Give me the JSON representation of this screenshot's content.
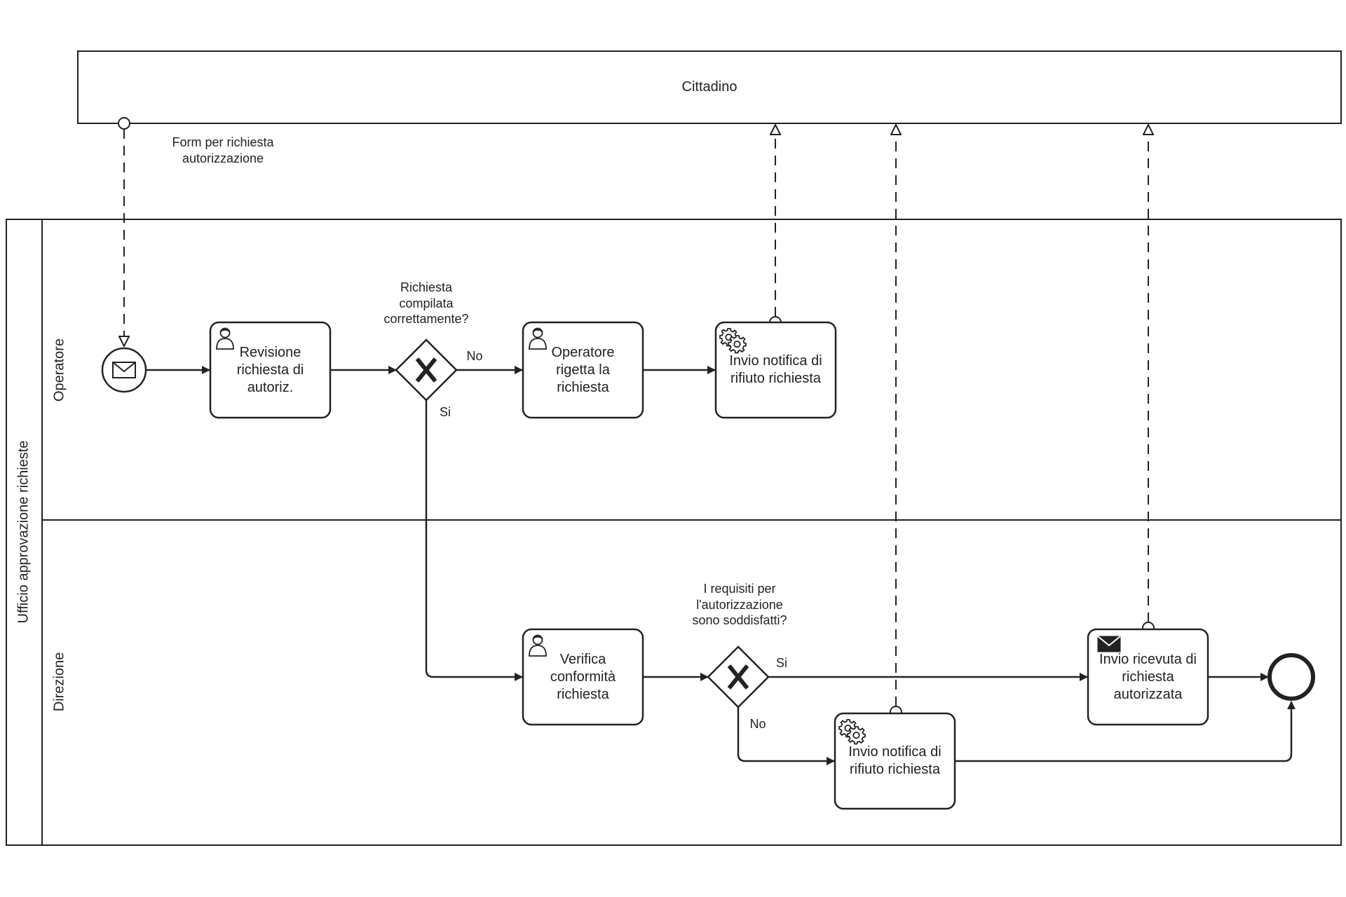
{
  "pools": {
    "citizen": {
      "title": "Cittadino"
    },
    "office": {
      "title": "Ufficio approvazione richieste",
      "lanes": {
        "operator": "Operatore",
        "direction": "Direzione"
      }
    }
  },
  "tasks": {
    "review": "Revisione\nrichiesta di\nautoriz.",
    "operator_reject": "Operatore\nrigetta la\nrichiesta",
    "notify_reject_1": "Invio notifica di\nrifiuto richiesta",
    "verify": "Verifica\nconformità\nrichiesta",
    "notify_reject_2": "Invio notifica di\nrifiuto richiesta",
    "send_receipt": "Invio ricevuta di\nrichiesta\nautorizzata"
  },
  "gateways": {
    "gw1": {
      "question": "Richiesta\ncompilata\ncorrettamente?",
      "no": "No",
      "yes": "Si"
    },
    "gw2": {
      "question": "I requisiti per\nl'autorizzazione\nsono soddisfatti?",
      "yes": "Si",
      "no": "No"
    }
  },
  "message_flows": {
    "form": "Form per richiesta\nautorizzazione"
  },
  "icons": {
    "start_event": "envelope-icon",
    "user_task": "user-icon",
    "service_task": "gear-icon",
    "send_task": "envelope-filled-icon",
    "end_event": "end-circle-icon"
  },
  "colors": {
    "stroke": "#222222",
    "background": "#ffffff"
  }
}
